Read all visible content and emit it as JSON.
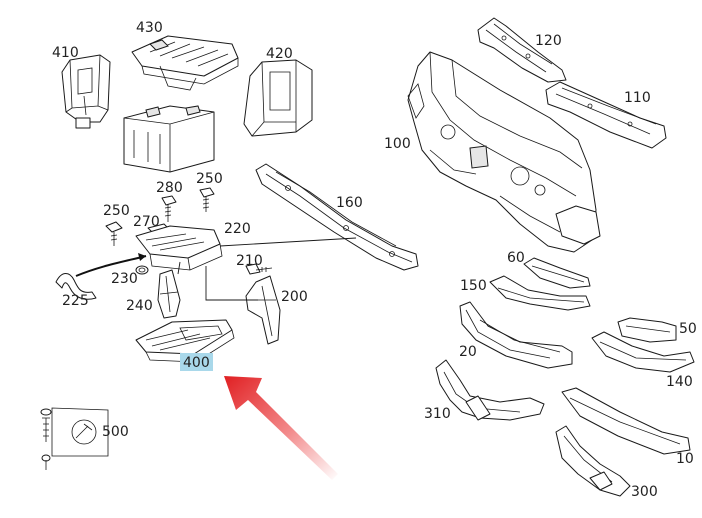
{
  "labels": {
    "p410": "410",
    "p430": "430",
    "p420": "420",
    "p120": "120",
    "p110": "110",
    "p100": "100",
    "p280": "280",
    "p250a": "250",
    "p250b": "250",
    "p270": "270",
    "p220": "220",
    "p160": "160",
    "p210": "210",
    "p230": "230",
    "p225": "225",
    "p240": "240",
    "p200": "200",
    "p60": "60",
    "p150": "150",
    "p50": "50",
    "p20": "20",
    "p140": "140",
    "p400": "400",
    "p310": "310",
    "p500": "500",
    "p10": "10",
    "p300": "300"
  },
  "highlight": {
    "part": "400",
    "color": "#a9d8ea"
  },
  "arrow": {
    "color": "#e8292b",
    "points_to": "400"
  }
}
